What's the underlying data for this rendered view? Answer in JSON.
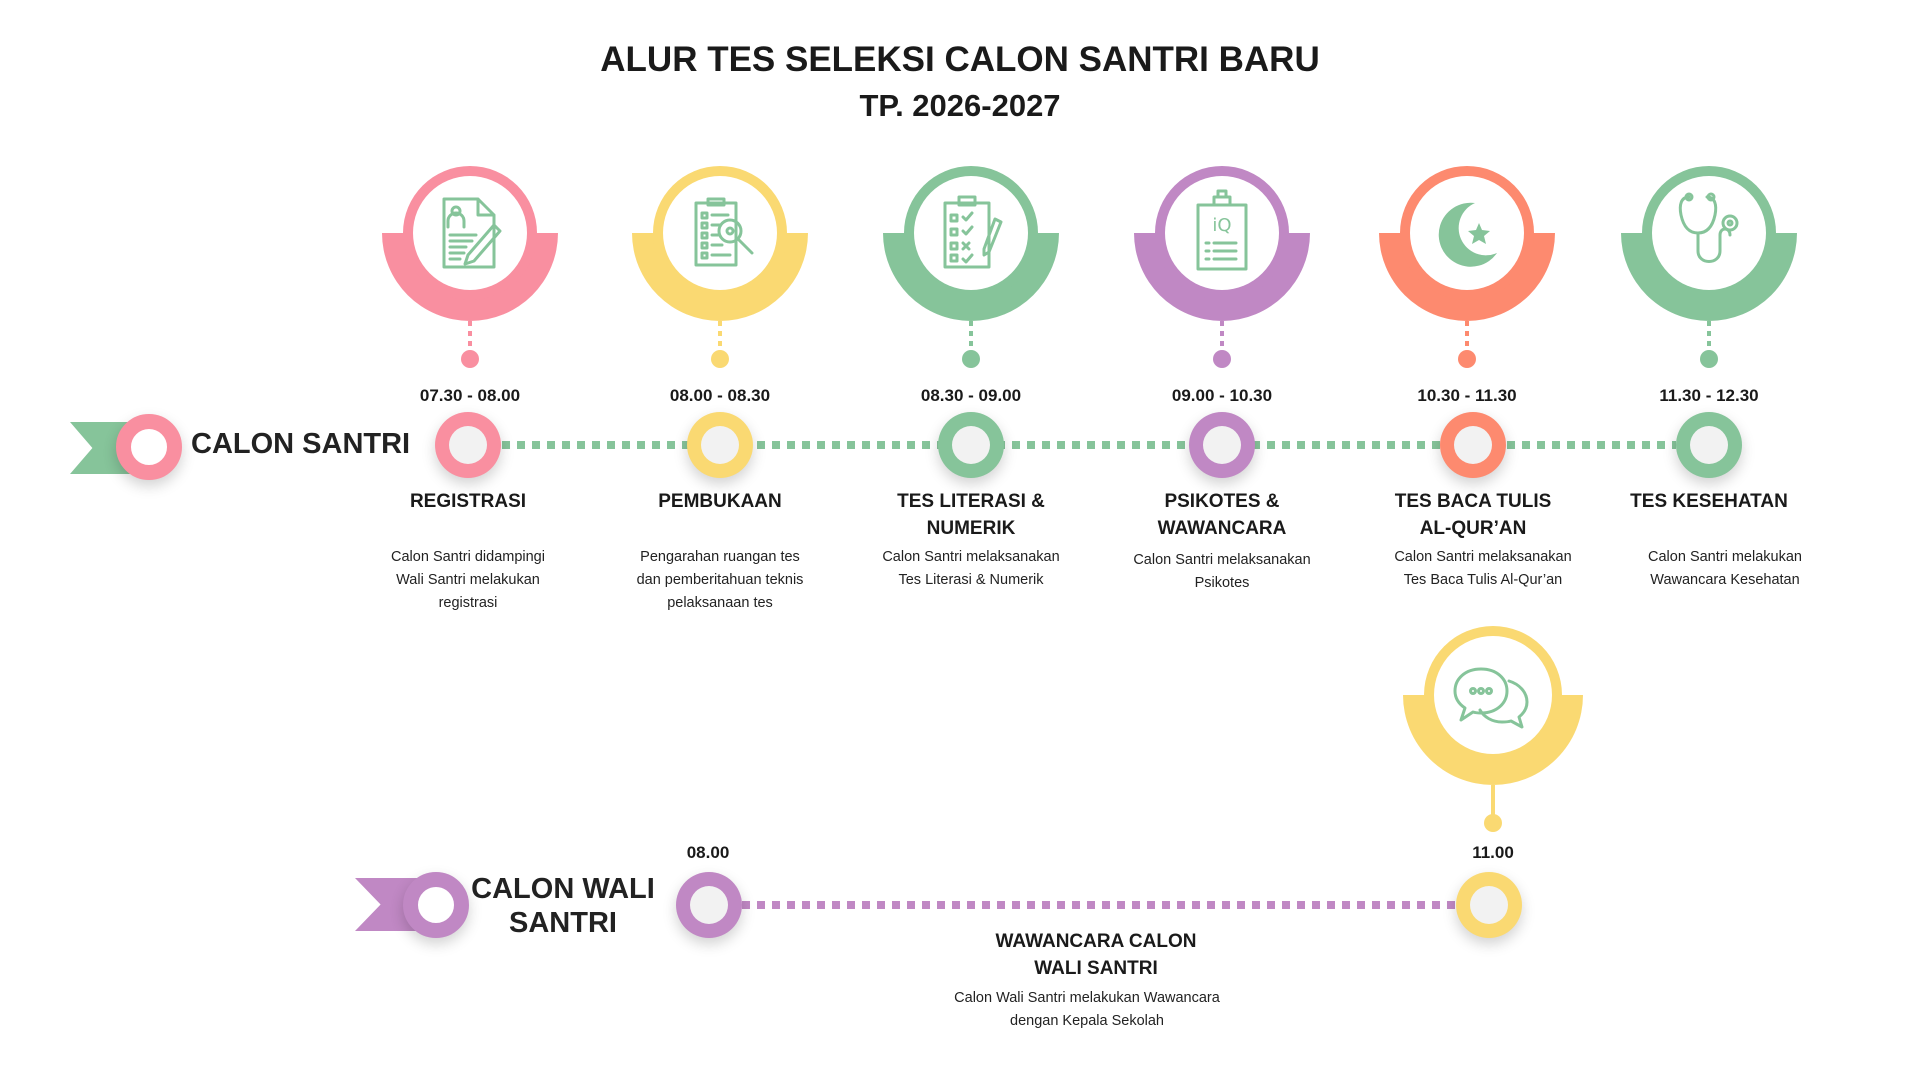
{
  "header": {
    "title": "ALUR TES SELEKSI CALON SANTRI BARU",
    "subtitle": "TP. 2026-2027"
  },
  "colors": {
    "pink": "#f98fa0",
    "yellow": "#fad972",
    "green": "#86c49a",
    "purple": "#c088c4",
    "orange": "#fd8a6f",
    "icon": "#86c49a"
  },
  "santri_lane": {
    "label": "CALON SANTRI",
    "steps": [
      {
        "time": "07.30 - 08.00",
        "title": [
          "REGISTRASI"
        ],
        "desc": [
          "Calon Santri didampingi",
          "Wali Santri  melakukan",
          "registrasi"
        ],
        "color": "#f98fa0",
        "icon": "document-pen-icon"
      },
      {
        "time": "08.00 - 08.30",
        "title": [
          "PEMBUKAAN"
        ],
        "desc": [
          "Pengarahan ruangan tes",
          "dan pemberitahuan teknis",
          "pelaksanaan tes"
        ],
        "color": "#fad972",
        "icon": "clipboard-search-icon"
      },
      {
        "time": "08.30 - 09.00",
        "title": [
          "TES LITERASI &",
          "NUMERIK"
        ],
        "desc": [
          "Calon Santri melaksanakan",
          "Tes Literasi & Numerik"
        ],
        "color": "#86c49a",
        "icon": "checklist-icon"
      },
      {
        "time": "09.00 - 10.30",
        "title": [
          "PSIKOTES &",
          "WAWANCARA"
        ],
        "desc": [
          "Calon Santri melaksanakan",
          "Psikotes"
        ],
        "color": "#c088c4",
        "icon": "iq-clipboard-icon"
      },
      {
        "time": "10.30 - 11.30",
        "title": [
          "TES BACA TULIS",
          "AL-QUR’AN"
        ],
        "desc": [
          "Calon Santri melaksanakan",
          "Tes Baca Tulis Al-Qur’an"
        ],
        "color": "#fd8a6f",
        "icon": "crescent-star-icon"
      },
      {
        "time": "11.30 - 12.30",
        "title": [
          "TES KESEHATAN"
        ],
        "desc": [
          "Calon Santri melakukan",
          "Wawancara Kesehatan"
        ],
        "color": "#86c49a",
        "icon": "stethoscope-icon"
      }
    ]
  },
  "wali_lane": {
    "label": [
      "CALON WALI",
      "SANTRI"
    ],
    "start_time": "08.00",
    "end_time": "11.00",
    "title": [
      "WAWANCARA CALON",
      "WALI SANTRI"
    ],
    "desc": [
      "Calon Wali Santri melakukan Wawancara",
      "dengan Kepala Sekolah"
    ],
    "icon": "chat-bubbles-icon"
  }
}
